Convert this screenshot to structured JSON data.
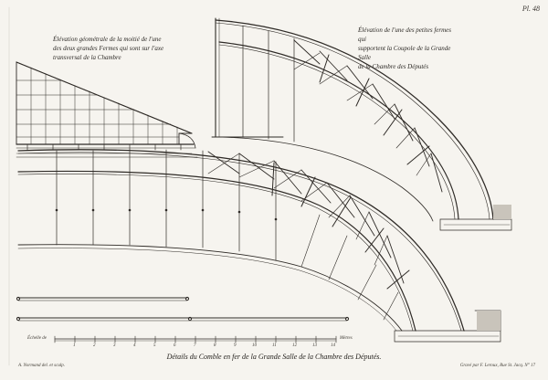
{
  "plate_number": "Pl. 48",
  "caption_left": "Élévation géométrale de la moitié de l'une\ndes deux grandes Fermes qui sont sur l'axe\ntransversal de la Chambre",
  "caption_right": "Élévation de l'une des petites fermes qui\nsupportent la Coupole de la Grande Salle\nde la Chambre des Députés",
  "title": "Détails du Comble en fer de la Grande Salle de la Chambre des Députés.",
  "credit_left": "A. Normand del. et sculp.",
  "credit_right": "Gravé par F. Leroux, Rue St. Jacq. N° 17",
  "scale": {
    "label_start": "Échelle de",
    "label_end": "Mètres",
    "ticks": [
      "1",
      "2",
      "3",
      "4",
      "5",
      "6",
      "7",
      "8",
      "9",
      "10",
      "11",
      "12",
      "13",
      "14"
    ]
  },
  "colors": {
    "ink": "#2a2723",
    "paper": "#f6f4ef",
    "shade": "#b8b3aa"
  }
}
